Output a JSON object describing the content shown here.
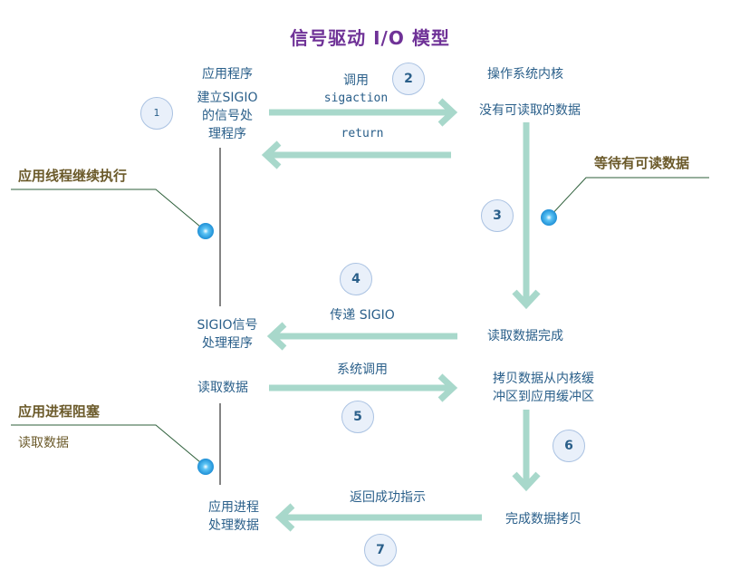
{
  "title": "信号驱动 I/O 模型",
  "headers": {
    "app": "应用程序",
    "kernel": "操作系统内核"
  },
  "app_side": {
    "setup_line1": "建立SIGIO",
    "setup_line2": "的信号处",
    "setup_line3": "理程序",
    "handler_line1": "SIGIO信号",
    "handler_line2": "处理程序",
    "read": "读取数据",
    "process_line1": "应用进程",
    "process_line2": "处理数据"
  },
  "kernel_side": {
    "no_data": "没有可读取的数据",
    "read_done": "读取数据完成",
    "copy_line1": "拷贝数据从内核缓",
    "copy_line2": "冲区到应用缓冲区",
    "copy_done": "完成数据拷贝"
  },
  "arrows": {
    "call_line1": "调用",
    "call_line2": "sigaction",
    "return": "return",
    "deliver": "传递 SIGIO",
    "syscall": "系统调用",
    "success": "返回成功指示"
  },
  "annotations": {
    "continue": "应用线程继续执行",
    "wait": "等待有可读数据",
    "blocked": "应用进程阻塞",
    "blocked_sub": "读取数据"
  },
  "steps": [
    "1",
    "2",
    "3",
    "4",
    "5",
    "6",
    "7"
  ],
  "colors": {
    "arrow": "#a8d8cb",
    "timeline": "#333333",
    "title": "#6f3297",
    "label": "#2a5f8a",
    "annotation": "#6b5a2a",
    "dot": "#3aaef0"
  }
}
